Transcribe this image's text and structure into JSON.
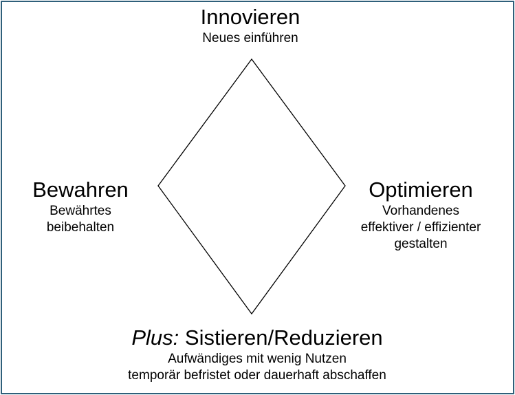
{
  "diagram": {
    "top": {
      "title": "Innovieren",
      "subtitle": "Neues einführen"
    },
    "left": {
      "title": "Bewahren",
      "subtitle_lines": [
        "Bewährtes",
        "beibehalten"
      ]
    },
    "right": {
      "title": "Optimieren",
      "subtitle_lines": [
        "Vorhandenes",
        "effektiver / effizienter",
        "gestalten"
      ]
    },
    "bottom": {
      "title_prefix": "Plus:",
      "title": "Sistieren/Reduzieren",
      "subtitle_lines": [
        "Aufwändiges mit wenig Nutzen",
        "temporär befristet oder dauerhaft abschaffen"
      ]
    }
  },
  "colors": {
    "border": "#2f5f7a",
    "line": "#000000",
    "text": "#000000"
  }
}
